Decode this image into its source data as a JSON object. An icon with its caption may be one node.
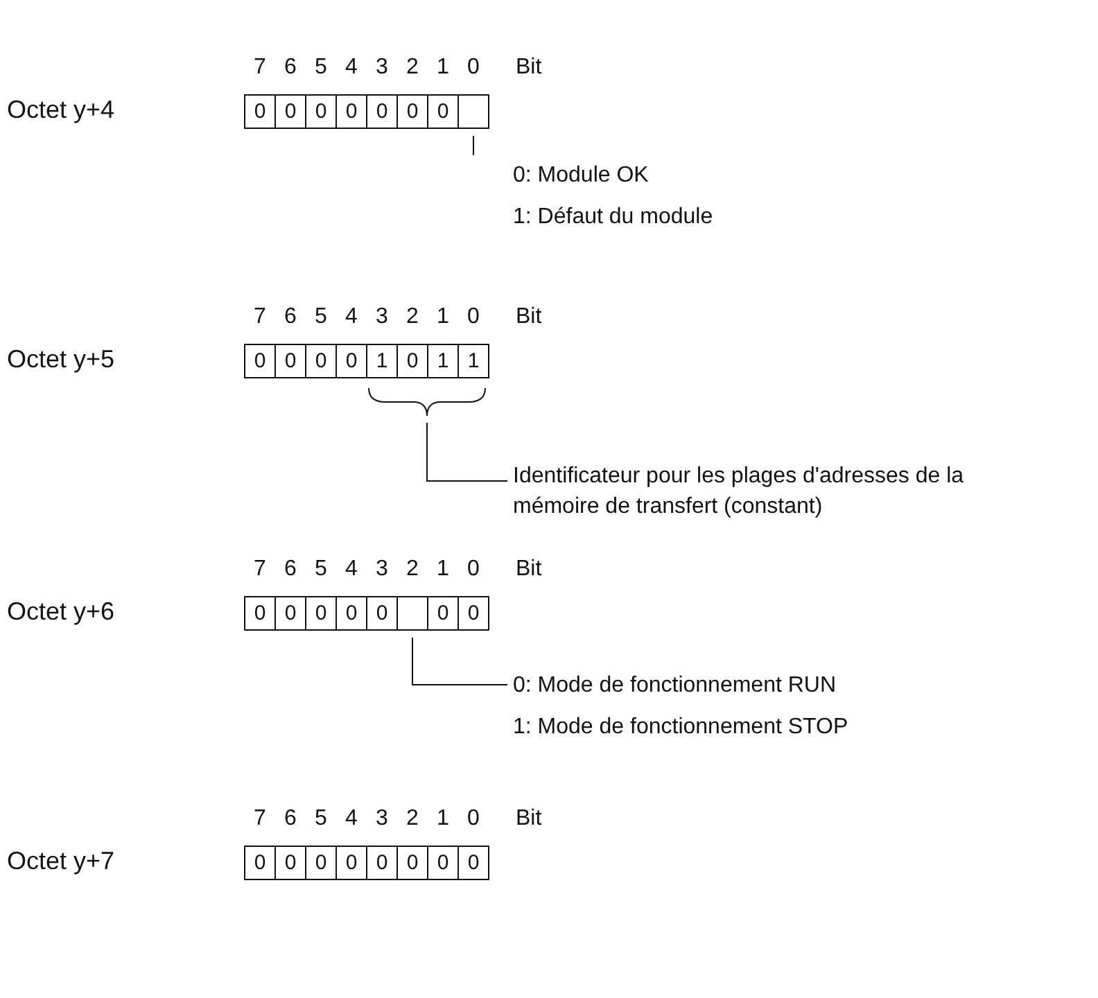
{
  "diagram": {
    "nodes": [
      {
        "text": [
          "Octet y+4"
        ]
      },
      {
        "text": [
          "0"
        ],
        "in": 0
      },
      {
        "text": [
          "0"
        ],
        "in": 0
      },
      {
        "text": [
          "0"
        ],
        "in": 0
      },
      {
        "text": [
          "0"
        ],
        "in": 0
      },
      {
        "text": [
          "0"
        ],
        "in": 0
      },
      {
        "text": [
          "0"
        ],
        "in": 0
      },
      {
        "text": [
          "0"
        ],
        "in": 0
      },
      {
        "text": [],
        "shape": "box",
        "in": 0
      },
      {
        "text": [
          "0: Module OK",
          "1: Défaut du module"
        ]
      },
      {
        "text": [
          "Octet y+5"
        ]
      },
      {
        "text": [
          "0"
        ],
        "in": 10
      },
      {
        "text": [
          "0"
        ],
        "in": 10
      },
      {
        "text": [
          "0"
        ],
        "in": 10
      },
      {
        "text": [
          "0"
        ],
        "in": 10
      },
      {
        "text": [
          "1"
        ],
        "in": 10
      },
      {
        "text": [
          "0"
        ],
        "in": 10
      },
      {
        "text": [
          "1"
        ],
        "in": 10
      },
      {
        "text": [
          "1"
        ],
        "in": 10
      },
      {
        "text": [],
        "shape": "brace"
      },
      {
        "text": [
          "Identificateur pour les plages d'adresses de la mémoire de transfert (constant)"
        ]
      },
      {
        "text": [
          "Octet y+6"
        ]
      },
      {
        "text": [
          "0"
        ],
        "in": 21
      },
      {
        "text": [
          "0"
        ],
        "in": 21
      },
      {
        "text": [
          "0"
        ],
        "in": 21
      },
      {
        "text": [
          "0"
        ],
        "in": 21
      },
      {
        "text": [
          "0"
        ],
        "in": 21
      },
      {
        "text": [],
        "shape": "box",
        "in": 21
      },
      {
        "text": [
          "0"
        ],
        "in": 21
      },
      {
        "text": [
          "0"
        ],
        "in": 21
      },
      {
        "text": [
          "0: Mode de fonctionnement RUN",
          "1: Mode de fonctionnement STOP"
        ]
      },
      {
        "text": [
          "Octet y+7"
        ]
      },
      {
        "text": [
          "0"
        ],
        "in": 31
      },
      {
        "text": [
          "0"
        ],
        "in": 31
      },
      {
        "text": [
          "0"
        ],
        "in": 31
      },
      {
        "text": [
          "0"
        ],
        "in": 31
      },
      {
        "text": [
          "0"
        ],
        "in": 31
      },
      {
        "text": [
          "0"
        ],
        "in": 31
      },
      {
        "text": [
          "0"
        ],
        "in": 31
      },
      {
        "text": [
          "0"
        ],
        "in": 31
      }
    ],
    "edges": [
      {
        "from": 9,
        "to": 8,
        "arrow": "none"
      },
      {
        "from": 20,
        "to": 19,
        "arrow": "none"
      },
      {
        "from": 30,
        "to": 27,
        "arrow": "none"
      }
    ],
    "labels": [
      "7",
      "6",
      "5",
      "4",
      "3",
      "2",
      "1",
      "0",
      "Bit",
      "7",
      "6",
      "5",
      "4",
      "3",
      "2",
      "1",
      "0",
      "Bit",
      "7",
      "6",
      "5",
      "4",
      "3",
      "2",
      "1",
      "0",
      "Bit",
      "7",
      "6",
      "5",
      "4",
      "3",
      "2",
      "1",
      "0",
      "Bit"
    ]
  }
}
